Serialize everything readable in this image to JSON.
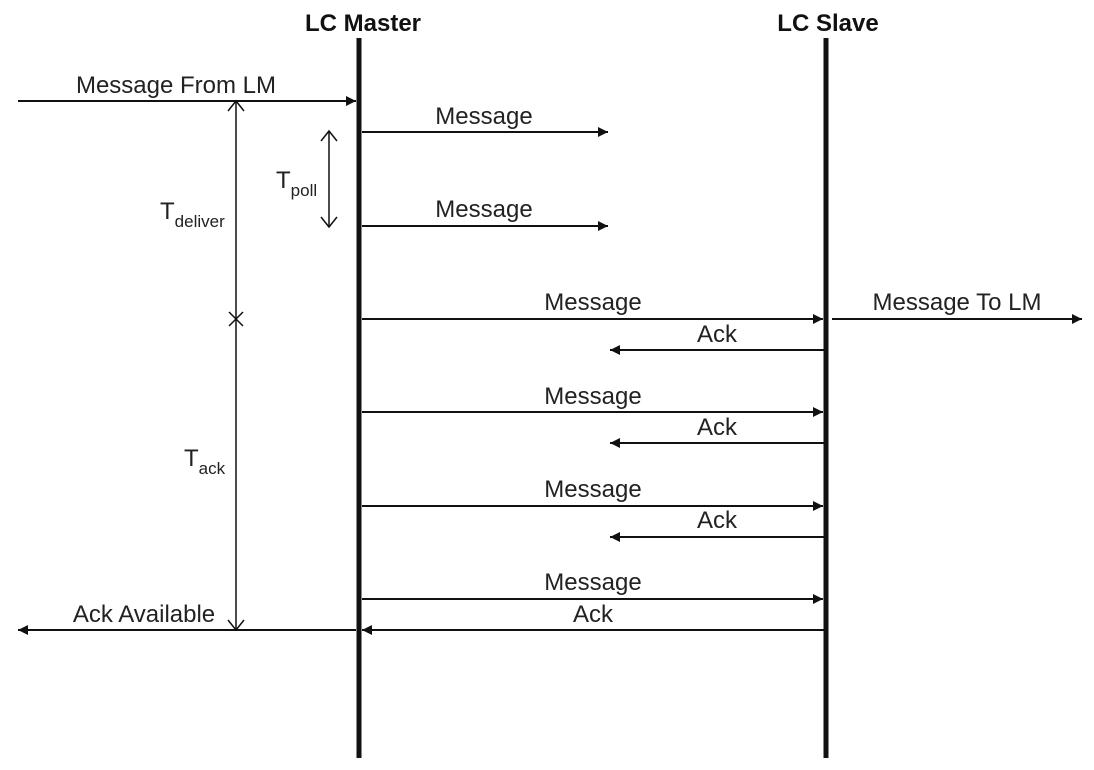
{
  "headers": {
    "master": "LC Master",
    "slave": "LC Slave"
  },
  "labels": {
    "from_lm": "Message From LM",
    "to_lm": "Message To LM",
    "ack_available": "Ack Available",
    "m1": "Message",
    "m2": "Message",
    "m3": "Message",
    "a3": "Ack",
    "m4": "Message",
    "a4": "Ack",
    "m5": "Message",
    "a5": "Ack",
    "m6": "Message",
    "a6": "Ack"
  },
  "timing": {
    "t_poll": {
      "main": "T",
      "sub": "poll"
    },
    "t_deliver": {
      "main": "T",
      "sub": "deliver"
    },
    "t_ack": {
      "main": "T",
      "sub": "ack"
    }
  },
  "colors": {
    "ink": "#111111"
  }
}
